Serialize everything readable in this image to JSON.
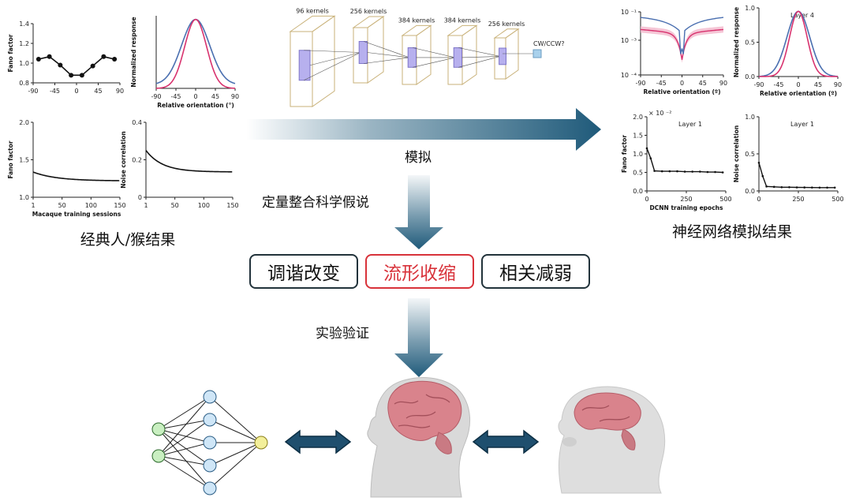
{
  "captions": {
    "classic": "经典人/猴结果",
    "network": "神经网络模拟结果",
    "simulate": "模拟",
    "integrate": "定量整合科学假说",
    "validate": "实验验证"
  },
  "boxes": [
    {
      "label": "调谐改变",
      "highlight": false
    },
    {
      "label": "流形收缩",
      "highlight": true
    },
    {
      "label": "相关减弱",
      "highlight": false
    }
  ],
  "colors": {
    "blue": "#4a6fb0",
    "pink": "#d8326e",
    "arrow": "#1f5a7a",
    "highlight": "#d8323a",
    "neuron_green": "#c9efc1",
    "neuron_blue": "#cfe6f7",
    "neuron_yellow": "#f3ef9a"
  },
  "cnn": {
    "layers": [
      "96 kernels",
      "256 kernels",
      "384 kernels",
      "384 kernels",
      "256 kernels"
    ],
    "output": "CW/CCW?"
  },
  "icons": [
    "neural-network-icon",
    "human-head-brain-icon",
    "monkey-head-brain-icon",
    "double-arrow-icon"
  ],
  "chart_data": [
    {
      "id": "fano-orientation",
      "type": "line",
      "ylabel": "Fano factor",
      "x": [
        -90,
        -67.5,
        -45,
        -22.5,
        0,
        22.5,
        45,
        67.5,
        90
      ],
      "series": [
        {
          "values": [
            1.03,
            1.06,
            0.96,
            0.84,
            0.84,
            0.95,
            1.06,
            1.03
          ]
        }
      ],
      "xticks": [
        "-90",
        "-45",
        "0",
        "45",
        "90"
      ],
      "yticks": [
        "0.8",
        "1.0",
        "1.2",
        "1.4"
      ],
      "xlim": [
        -90,
        90
      ],
      "ylim": [
        0.75,
        1.45
      ]
    },
    {
      "id": "tuning-curves",
      "type": "line",
      "ylabel": "Normalized response",
      "xlabel": "Relative orientation (°)",
      "series": [
        {
          "color": "blue",
          "width": 32,
          "base": 0.05
        },
        {
          "color": "pink",
          "width": 25,
          "base": 0.0
        }
      ],
      "xticks": [
        "-90",
        "-45",
        "0",
        "45",
        "90"
      ],
      "xlim": [
        -90,
        90
      ],
      "ylim": [
        0,
        1
      ]
    },
    {
      "id": "fano-sessions",
      "type": "line",
      "ylabel": "Fano factor",
      "xlabel": "Macaque training sessions",
      "series": [
        {
          "start": 1.27,
          "end": 1.14,
          "tau": 40
        }
      ],
      "xticks": [
        "1",
        "50",
        "100",
        "150"
      ],
      "yticks": [
        "1.0",
        "1.5",
        "2.0"
      ],
      "xlim": [
        1,
        150
      ],
      "ylim": [
        0.9,
        2.0
      ]
    },
    {
      "id": "noise-sessions",
      "type": "line",
      "ylabel": "Noise correlation",
      "series": [
        {
          "start": 0.25,
          "end": 0.135,
          "tau": 28
        }
      ],
      "xticks": [
        "1",
        "50",
        "100",
        "150"
      ],
      "yticks": [
        "0",
        "0.2",
        "0.4"
      ],
      "xlim": [
        1,
        150
      ],
      "ylim": [
        0,
        0.4
      ]
    },
    {
      "id": "dcnn-fano-orientation",
      "type": "line",
      "xlabel": "Relative orientation (º)",
      "series": [
        {
          "color": "blue"
        },
        {
          "color": "pink"
        }
      ],
      "xticks": [
        "-90",
        "-45",
        "0",
        "45",
        "90"
      ],
      "yticks": [
        "10 ⁻¹",
        "10 ⁻³",
        "10 ⁻⁴"
      ],
      "xlim": [
        -90,
        90
      ]
    },
    {
      "id": "dcnn-tuning",
      "type": "line",
      "ylabel": "Normalized response",
      "xlabel": "Relative orientation (º)",
      "annotation": "Layer 4",
      "series": [
        {
          "color": "blue",
          "width": 26
        },
        {
          "color": "pink",
          "width": 20
        }
      ],
      "xticks": [
        "-90",
        "-45",
        "0",
        "45",
        "90"
      ],
      "yticks": [
        "0.0",
        "0.5",
        "1.0"
      ],
      "xlim": [
        -90,
        90
      ],
      "ylim": [
        0,
        1
      ]
    },
    {
      "id": "dcnn-fano-epochs",
      "type": "line",
      "ylabel": "Fano factor",
      "xlabel": "DCNN training epochs",
      "annotation": "Layer 1",
      "scale_note": "× 10 ⁻²",
      "x": [
        0,
        25,
        50,
        100,
        150,
        200,
        250,
        300,
        350,
        400,
        450,
        500
      ],
      "series": [
        {
          "values": [
            1.15,
            0.88,
            0.54,
            0.53,
            0.53,
            0.53,
            0.52,
            0.52,
            0.52,
            0.51,
            0.51,
            0.5
          ]
        }
      ],
      "xticks": [
        "0",
        "250",
        "500"
      ],
      "yticks": [
        "0.0",
        "0.5",
        "1.0",
        "1.5",
        "2.0"
      ],
      "xlim": [
        0,
        520
      ],
      "ylim": [
        0,
        2.0
      ]
    },
    {
      "id": "dcnn-noise-epochs",
      "type": "line",
      "ylabel": "Noise correlation",
      "annotation": "Layer 1",
      "x": [
        0,
        25,
        50,
        100,
        150,
        200,
        250,
        300,
        350,
        400,
        450,
        500
      ],
      "series": [
        {
          "values": [
            0.38,
            0.2,
            0.06,
            0.055,
            0.05,
            0.05,
            0.048,
            0.047,
            0.046,
            0.045,
            0.045,
            0.045
          ]
        }
      ],
      "xticks": [
        "0",
        "250",
        "500"
      ],
      "yticks": [
        "0.0",
        "0.5",
        "1.0"
      ],
      "xlim": [
        0,
        520
      ],
      "ylim": [
        0,
        1.0
      ]
    }
  ]
}
